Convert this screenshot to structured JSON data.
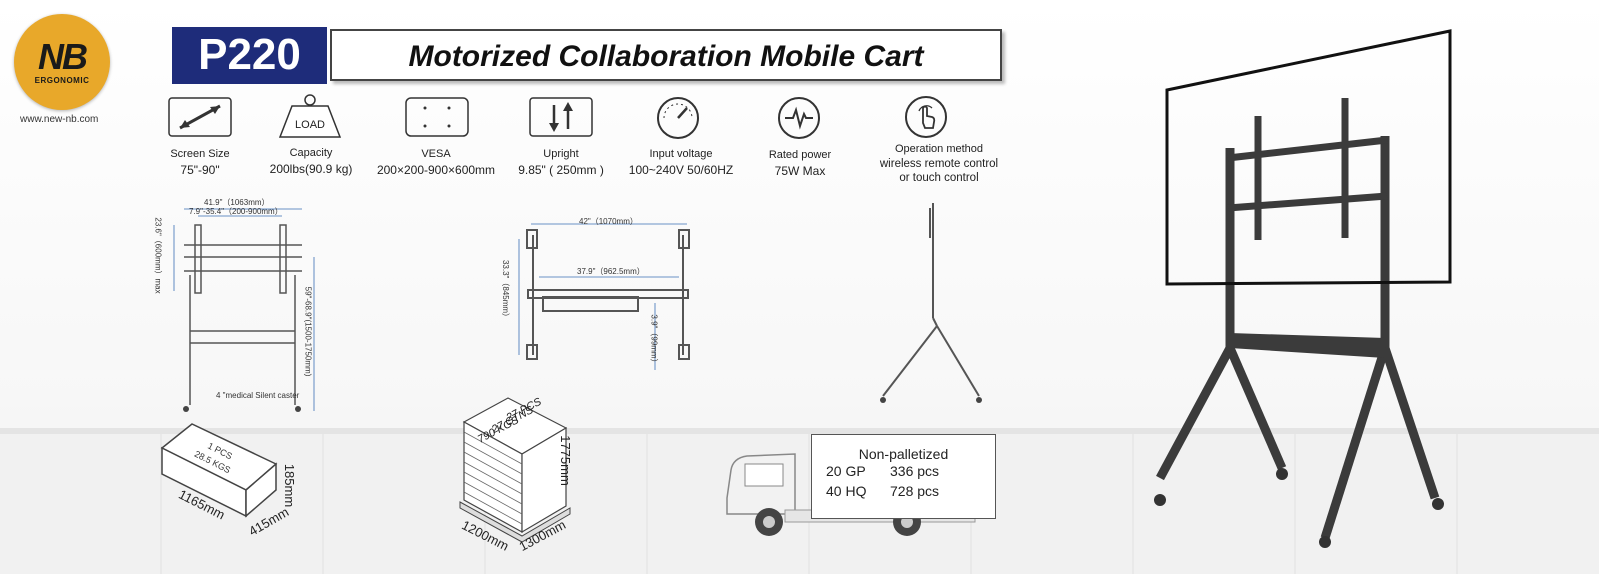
{
  "brand": {
    "logo_text": "NB",
    "logo_subtext": "ERGONOMIC",
    "website": "www.new-nb.com",
    "logo_color": "#e8a82a"
  },
  "header": {
    "model": "P220",
    "title": "Motorized Collaboration Mobile Cart",
    "model_bg": "#1e2c7a"
  },
  "specs": [
    {
      "icon": "screen-size-icon",
      "label": "Screen Size",
      "value": "75\"-90\""
    },
    {
      "icon": "load-weight-icon",
      "icon_text": "LOAD",
      "label": "Capacity",
      "value": "200lbs(90.9 kg)"
    },
    {
      "icon": "vesa-icon",
      "label": "VESA",
      "value": "200×200-900×600mm"
    },
    {
      "icon": "upright-icon",
      "label": "Upright",
      "value": "9.85\" ( 250mm )"
    },
    {
      "icon": "voltage-icon",
      "label": "Input voltage",
      "value": "100~240V 50/60HZ"
    },
    {
      "icon": "power-icon",
      "label": "Rated power",
      "value": "75W Max"
    },
    {
      "icon": "touch-icon",
      "label": "Operation method",
      "value": "wireless remote control",
      "value2": "or touch control"
    }
  ],
  "front_view": {
    "width": "41.9\"（1063mm）",
    "vesa_range": "7.9\"-35.4\"（200-900mm）",
    "vesa_height": "23.6\"（600mm）max",
    "height_range": "59\"-68.9\"(1500-1750mm)",
    "caster": "4 \"medical Silent caster"
  },
  "side_view": {
    "base_width": "42\"（1070mm）",
    "inner_width": "37.9\"（962.5mm）",
    "base_depth": "33.3\"（845mm）",
    "clearance": "3.9\"（99mm）"
  },
  "single_package": {
    "pcs": "1 PCS",
    "weight": "28.5 KGS",
    "length": "1165mm",
    "width": "415mm",
    "height": "185mm"
  },
  "pallet": {
    "pcs": "27 PCS",
    "ctns": "27 CTNS",
    "weight": "790 KGS",
    "length": "1200mm",
    "width": "1300mm",
    "height": "1775mm"
  },
  "shipping": {
    "title": "Non-palletized",
    "rows": [
      {
        "container": "20 GP",
        "qty": "336 pcs"
      },
      {
        "container": "40 HQ",
        "qty": "728 pcs"
      }
    ]
  }
}
